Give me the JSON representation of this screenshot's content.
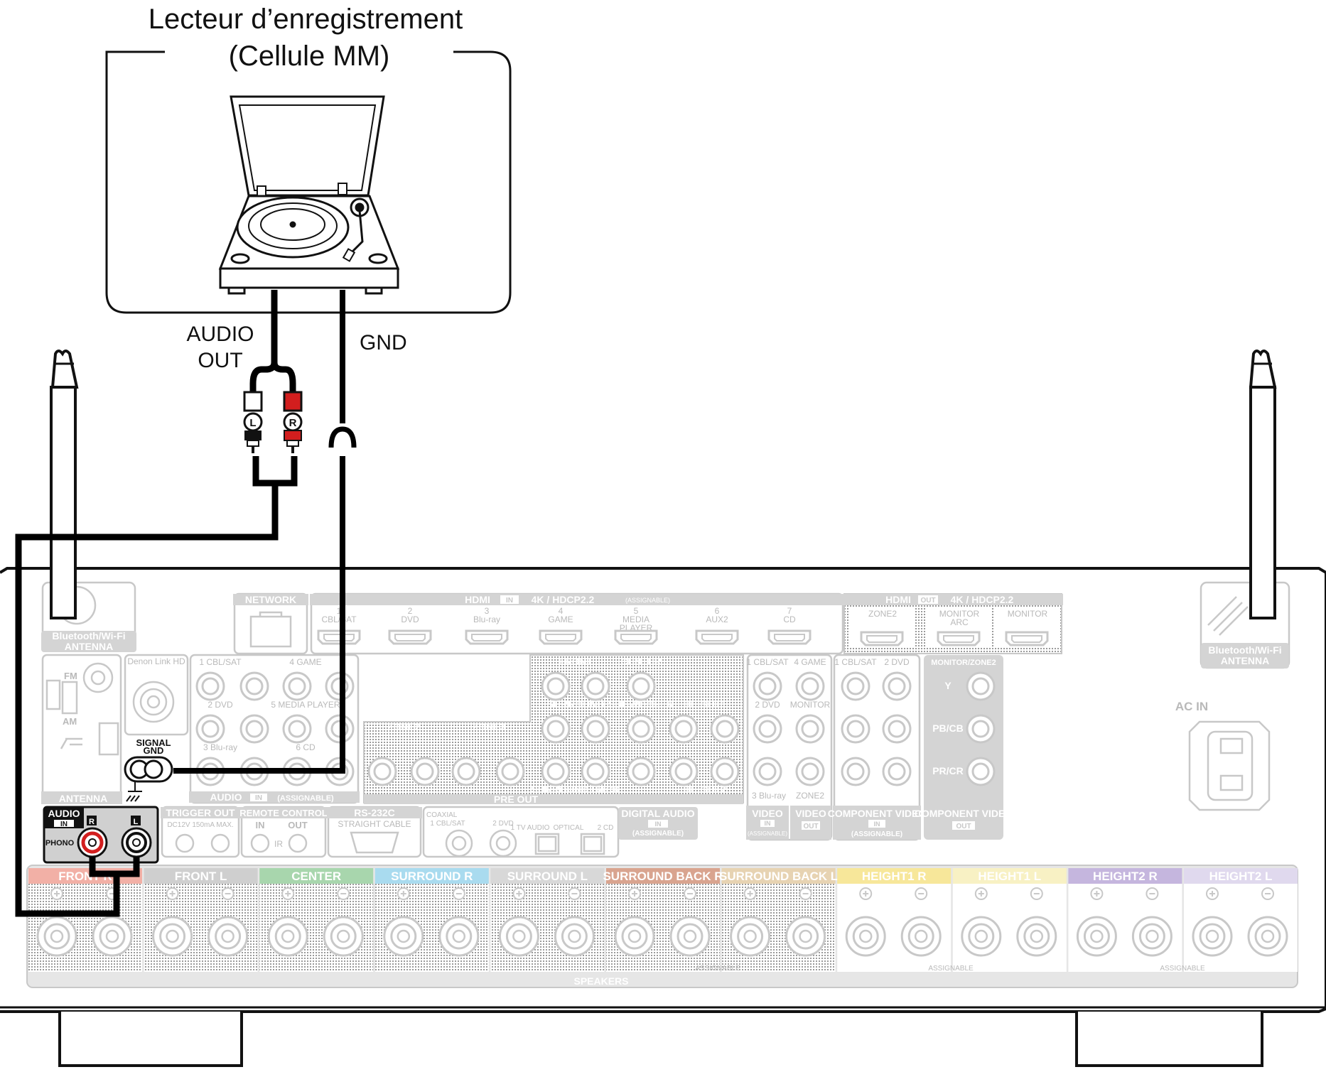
{
  "device": {
    "title_line1": "Lecteur d’enregistrement",
    "title_line2": "(Cellule MM)"
  },
  "cable_labels": {
    "audio_out_line1": "AUDIO",
    "audio_out_line2": "OUT",
    "gnd": "GND",
    "plug_left": "L",
    "plug_right": "R"
  },
  "receiver": {
    "antenna_left": [
      "Bluetooth/Wi-Fi",
      "ANTENNA"
    ],
    "antenna_right": [
      "Bluetooth/Wi-Fi",
      "ANTENNA"
    ],
    "network": "NETWORK",
    "hdmi_in_header": "HDMI",
    "hdmi_in_badge": "IN",
    "hdmi_in_spec": "4K / HDCP2.2",
    "hdmi_in_assignable": "(ASSIGNABLE)",
    "hdmi_in_ports": [
      {
        "n": "1",
        "name": "CBL/SAT"
      },
      {
        "n": "2",
        "name": "DVD"
      },
      {
        "n": "3",
        "name": "Blu-ray"
      },
      {
        "n": "4",
        "name": "GAME"
      },
      {
        "n": "5",
        "name": "MEDIA PLAYER"
      },
      {
        "n": "6",
        "name": "AUX2"
      },
      {
        "n": "7",
        "name": "CD"
      }
    ],
    "hdmi_out_header": "HDMI",
    "hdmi_out_badge": "OUT",
    "hdmi_out_spec": "4K / HDCP2.2",
    "hdmi_out_ports": [
      "ZONE2",
      "MONITOR ARC",
      "MONITOR"
    ],
    "fm": "FM",
    "am": "AM",
    "antenna": "ANTENNA",
    "denon_link": "Denon Link HD",
    "signal_gnd_line1": "SIGNAL",
    "signal_gnd_line2": "GND",
    "audio_in_labels": [
      "1 CBL/SAT",
      "4 GAME",
      "2 DVD",
      "5 MEDIA PLAYER",
      "3 Blu-ray",
      "6 CD"
    ],
    "audio_in_footer": "AUDIO",
    "audio_in_footer_badge": "IN",
    "audio_in_footer_assignable": "(ASSIGNABLE)",
    "phono_header": "AUDIO",
    "phono_badge": "IN",
    "phono_label": "PHONO",
    "phono_r": "R",
    "phono_l": "L",
    "pre_out": "PRE OUT",
    "pre_out_labels": [
      "FRONT",
      "CENTER",
      "SURROUND",
      "SUBWOOFER",
      "HEIGHT1",
      "ZONE2",
      "ZONE3",
      "SURROUND BACK",
      "HEIGHT2"
    ],
    "trigger_out": "TRIGGER OUT",
    "trigger_spec": "DC12V 150mA MAX.",
    "remote_control": "REMOTE CONTROL",
    "remote_in": "IN",
    "remote_out": "OUT",
    "remote_ir": "IR",
    "rs232c": "RS-232C",
    "rs232c_sub": "STRAIGHT CABLE",
    "coaxial": "COAXIAL",
    "coaxial_port": "1 CBL/SAT",
    "optical_ports": [
      "2 DVD",
      "1 TV AUDIO",
      "OPTICAL",
      "2 CD"
    ],
    "digital_audio": "DIGITAL AUDIO",
    "digital_audio_badge": "IN",
    "digital_audio_assignable": "(ASSIGNABLE)",
    "video_labels": [
      "1 CBL/SAT",
      "4 GAME",
      "2 DVD",
      "MONITOR",
      "3 Blu-ray",
      "ZONE2"
    ],
    "video_in": "VIDEO",
    "video_in_badge": "IN",
    "video_in_assignable": "(ASSIGNABLE)",
    "video_out": "VIDEO",
    "video_out_badge": "OUT",
    "component_labels": [
      "1 CBL/SAT",
      "2 DVD"
    ],
    "component_in": "COMPONENT VIDEO",
    "component_in_badge": "IN",
    "component_in_assignable": "(ASSIGNABLE)",
    "component_monitor": "MONITOR/ZONE2",
    "component_channels": [
      "Y",
      "PB/CB",
      "PR/CR"
    ],
    "component_out": "COMPONENT VIDEO",
    "component_out_badge": "OUT",
    "ac_in": "AC IN",
    "speakers": "SPEAKERS",
    "speaker_assignable": "ASSIGNABLE",
    "speaker_groups": [
      {
        "label": "FRONT",
        "side": "R",
        "color": "#f2b0a6"
      },
      {
        "label": "FRONT",
        "side": "L",
        "color": "#cfcfcf"
      },
      {
        "label": "CENTER",
        "side": "",
        "color": "#a8d6ad"
      },
      {
        "label": "SURROUND",
        "side": "R",
        "color": "#a9dbef"
      },
      {
        "label": "SURROUND",
        "side": "L",
        "color": "#d8d8d8"
      },
      {
        "label": "SURROUND BACK",
        "side": "R",
        "color": "#d9a48f"
      },
      {
        "label": "SURROUND BACK",
        "side": "L",
        "color": "#e7d3b2"
      },
      {
        "label": "HEIGHT1",
        "side": "R",
        "color": "#f7e79a"
      },
      {
        "label": "HEIGHT1",
        "side": "L",
        "color": "#f8f1c4"
      },
      {
        "label": "HEIGHT2",
        "side": "R",
        "color": "#c5b6de"
      },
      {
        "label": "HEIGHT2",
        "side": "L",
        "color": "#e0d9ee"
      }
    ]
  },
  "colors": {
    "cable": "#000000",
    "right_channel": "#d21e1e",
    "inactive": "#c8c8c8"
  }
}
